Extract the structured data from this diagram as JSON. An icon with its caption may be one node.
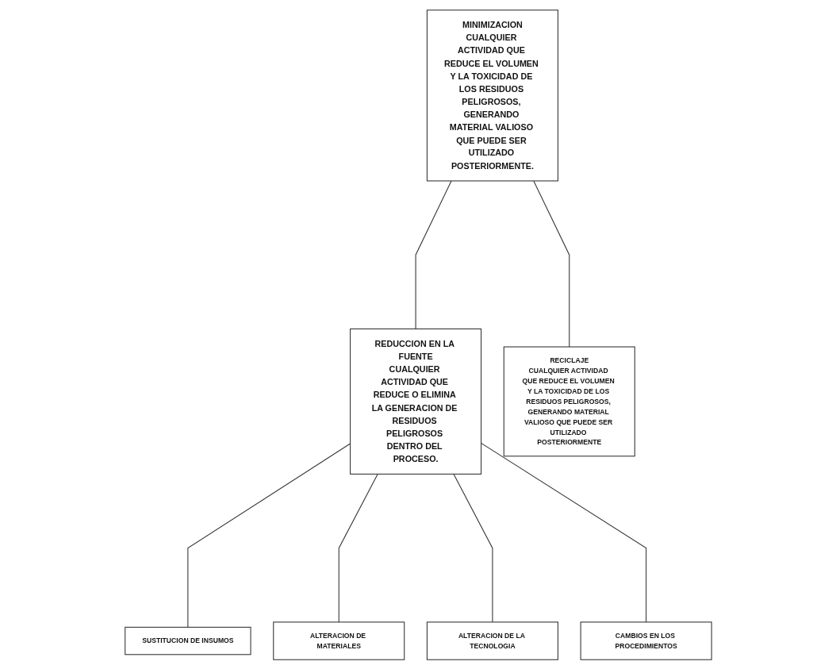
{
  "diagram": {
    "nodes": [
      {
        "text": [
          "MINIMIZACION",
          "CUALQUIER ACTIVIDAD QUE REDUCE EL VOLUMEN Y LA TOXICIDAD DE LOS RESIDUOS PELIGROSOS, GENERANDO MATERIAL VALIOSO QUE PUEDE SER UTILIZADO POSTERIORMENTE."
        ]
      },
      {
        "text": [
          "REDUCCION EN LA FUENTE",
          "CUALQUIER ACTIVIDAD QUE REDUCE O ELIMINA LA GENERACION DE RESIDUOS PELIGROSOS DENTRO DEL PROCESO."
        ]
      },
      {
        "text": [
          "RECICLAJE",
          "CUALQUIER ACTIVIDAD QUE REDUCE EL VOLUMEN Y LA TOXICIDAD DE LOS RESIDUOS PELIGROSOS, GENERANDO MATERIAL VALIOSO QUE PUEDE SER UTILIZADO POSTERIORMENTE"
        ]
      },
      {
        "text": [
          "SUSTITUCION DE INSUMOS"
        ]
      },
      {
        "text": [
          "ALTERACION DE MATERIALES"
        ]
      },
      {
        "text": [
          "ALTERACION DE LA TECNOLOGIA"
        ]
      },
      {
        "text": [
          "CAMBIOS EN LOS PROCEDIMIENTOS"
        ]
      }
    ],
    "edges": [
      {
        "from": 0,
        "to": 1,
        "arrow": "none"
      },
      {
        "from": 0,
        "to": 2,
        "arrow": "none"
      },
      {
        "from": 1,
        "to": 3,
        "arrow": "none"
      },
      {
        "from": 1,
        "to": 4,
        "arrow": "none"
      },
      {
        "from": 1,
        "to": 5,
        "arrow": "none"
      },
      {
        "from": 1,
        "to": 6,
        "arrow": "none"
      }
    ]
  }
}
